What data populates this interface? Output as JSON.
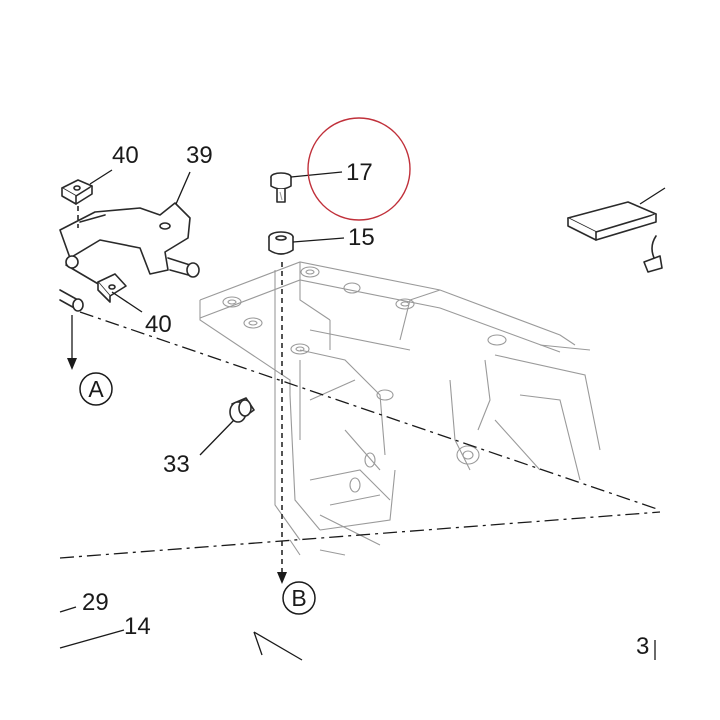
{
  "callouts": {
    "c40a": "40",
    "c39": "39",
    "c17": "17",
    "c15": "15",
    "c40b": "40",
    "c33": "33",
    "c29": "29",
    "c14": "14",
    "c3": "3"
  },
  "refs": {
    "a": "A",
    "b": "B"
  },
  "colors": {
    "highlight_circle": "#c0303a",
    "line": "#1a1a1a",
    "frame_hidden": "#9a9a9a"
  }
}
